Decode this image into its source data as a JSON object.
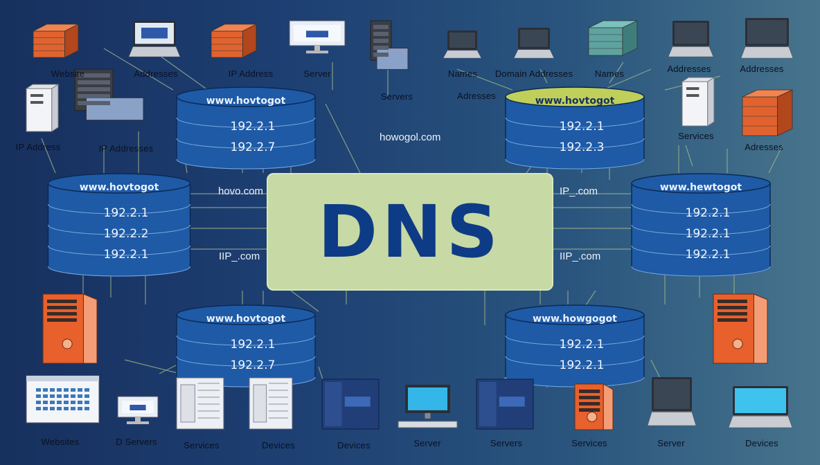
{
  "title": "DNS",
  "colors": {
    "db_blue": "#1e5aa6",
    "box_green": "#c7d9a4",
    "title_blue": "#0e3b86"
  },
  "databases": [
    {
      "id": "db-top-left",
      "top_color": "#1e5aa6",
      "rows": [
        "www.hovtogot",
        "192.2.1",
        "192.2.7"
      ]
    },
    {
      "id": "db-top-right",
      "top_color": "#bfcf5a",
      "rows": [
        "www.hovtogot",
        "192.2.1",
        "192.2.3"
      ]
    },
    {
      "id": "db-mid-left",
      "top_color": "#1e5aa6",
      "rows": [
        "www.hovtogot",
        "192.2.1",
        "192.2.2",
        "192.2.1"
      ]
    },
    {
      "id": "db-mid-right",
      "top_color": "#1e5aa6",
      "rows": [
        "www.hewtogot",
        "192.2.1",
        "192.2.1",
        "192.2.1"
      ]
    },
    {
      "id": "db-bot-left",
      "top_color": "#1e5aa6",
      "rows": [
        "www.hovtogot",
        "192.2.1",
        "192.2.7"
      ]
    },
    {
      "id": "db-bot-right",
      "top_color": "#1e5aa6",
      "rows": [
        "www.howgogot",
        "192.2.1",
        "192.2.1"
      ]
    }
  ],
  "connection_labels": [
    "howogol.com",
    "hovo.com",
    "IP_.com",
    "IIP_.com",
    "IIP_.com"
  ],
  "devices": [
    {
      "type": "cube",
      "label": "Website"
    },
    {
      "type": "laptop",
      "label": "Addresses"
    },
    {
      "type": "cube",
      "label": "IP Address"
    },
    {
      "type": "monitor",
      "label": "Server"
    },
    {
      "type": "rack",
      "label": "Servers"
    },
    {
      "type": "laptop-dark",
      "label": "Names"
    },
    {
      "type": "laptop-dark",
      "label": "Domain Addresses"
    },
    {
      "type": "cube-teal",
      "label": "Names"
    },
    {
      "type": "laptop-dark",
      "label": "Addresses"
    },
    {
      "type": "laptop-dark",
      "label": "Addresses"
    },
    {
      "type": "tower-white",
      "label": "IP Address"
    },
    {
      "type": "rack",
      "label": "IP Addresses"
    },
    {
      "type": "text",
      "label": "Adresses"
    },
    {
      "type": "tower-white",
      "label": "Services"
    },
    {
      "type": "cube",
      "label": "Adresses"
    },
    {
      "type": "tower-orange",
      "label": ""
    },
    {
      "type": "tower-orange",
      "label": ""
    },
    {
      "type": "window",
      "label": "Websites"
    },
    {
      "type": "monitor-small",
      "label": "D Servers"
    },
    {
      "type": "server-white",
      "label": "Services"
    },
    {
      "type": "server-white",
      "label": "Devices"
    },
    {
      "type": "rack-blue",
      "label": "Devices"
    },
    {
      "type": "workstation",
      "label": "Server"
    },
    {
      "type": "rack-blue",
      "label": "Servers"
    },
    {
      "type": "tower-orange",
      "label": "Services"
    },
    {
      "type": "laptop-dark",
      "label": "Server"
    },
    {
      "type": "laptop-cyan",
      "label": "Devices"
    }
  ]
}
